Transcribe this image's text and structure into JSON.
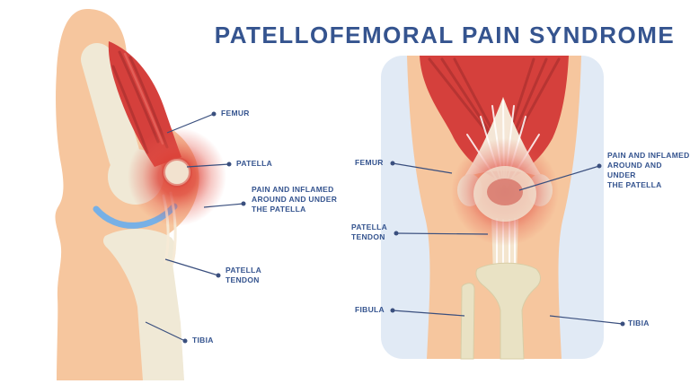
{
  "title": "PATELLOFEMORAL PAIN SYNDROME",
  "colors": {
    "navy": "#35548f",
    "leader": "#3a4f7e",
    "skin": "#f6c69e",
    "bone": "#f0e9d6",
    "bone2": "#e9e2c4",
    "muscle": "#d5403c",
    "muscle-dark": "#b23230",
    "glow": "#dd3a31",
    "cartilage": "#77b0e6",
    "panel": "#e1eaf5",
    "bg": "#ffffff"
  },
  "side_view": {
    "labels": {
      "femur": "FEMUR",
      "patella": "PATELLA",
      "pain": "PAIN AND INFLAMED\nAROUND AND UNDER\nTHE PATELLA",
      "patella_tendon": "PATELLA\nTENDON",
      "tibia": "TIBIA"
    }
  },
  "front_view": {
    "labels": {
      "femur": "FEMUR",
      "patella_tendon": "PATELLA\nTENDON",
      "fibula": "FIBULA",
      "pain": "PAIN AND INFLAMED\nAROUND AND UNDER\nTHE PATELLA",
      "tibia": "TIBIA"
    }
  }
}
